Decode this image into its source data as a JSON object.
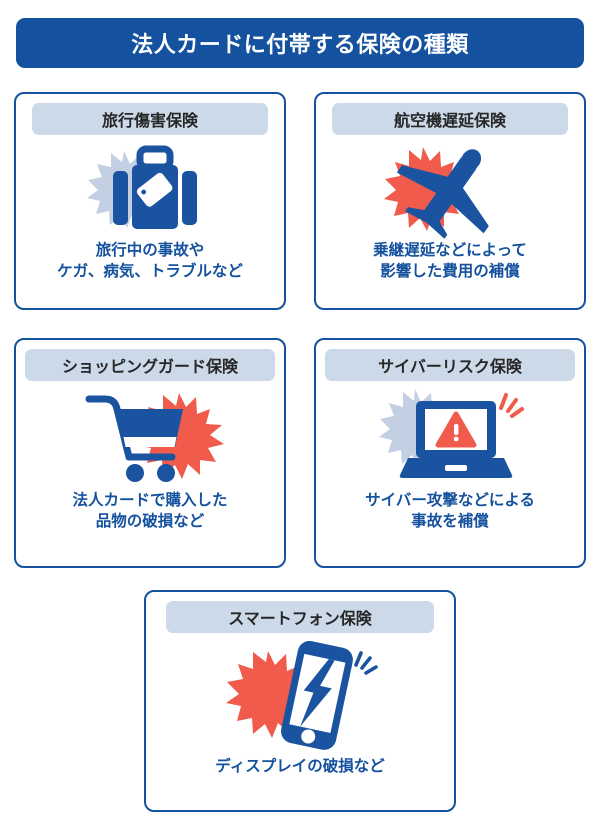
{
  "header": {
    "title": "法人カードに付帯する保険の種類"
  },
  "colors": {
    "brand_blue": "#14519E",
    "accent_red": "#F15B4C",
    "header_chip": "#CCD9E9",
    "starburst_gray_blue": "#C3CFE2",
    "header_text": "#272727",
    "page_background": "#FFFFFF"
  },
  "cards": [
    {
      "id": "travel",
      "title": "旅行傷害保険",
      "body": "旅行中の事故や\nケガ、病気、トラブルなど",
      "icon": "suitcase-icon",
      "burst_color": "#C3CFE2"
    },
    {
      "id": "flight",
      "title": "航空機遅延保険",
      "body": "乗継遅延などによって\n影響した費用の補償",
      "icon": "airplane-icon",
      "burst_color": "#F15B4C"
    },
    {
      "id": "shopping",
      "title": "ショッピングガード保険",
      "body": "法人カードで購入した\n品物の破損など",
      "icon": "shopping-cart-icon",
      "burst_color": "#F15B4C"
    },
    {
      "id": "cyber",
      "title": "サイバーリスク保険",
      "body": "サイバー攻撃などによる\n事故を補償",
      "icon": "laptop-warning-icon",
      "burst_color": "#C3CFE2"
    },
    {
      "id": "smartphone",
      "title": "スマートフォン保険",
      "body": "ディスプレイの破損など",
      "icon": "cracked-smartphone-icon",
      "burst_color": "#F15B4C"
    }
  ]
}
